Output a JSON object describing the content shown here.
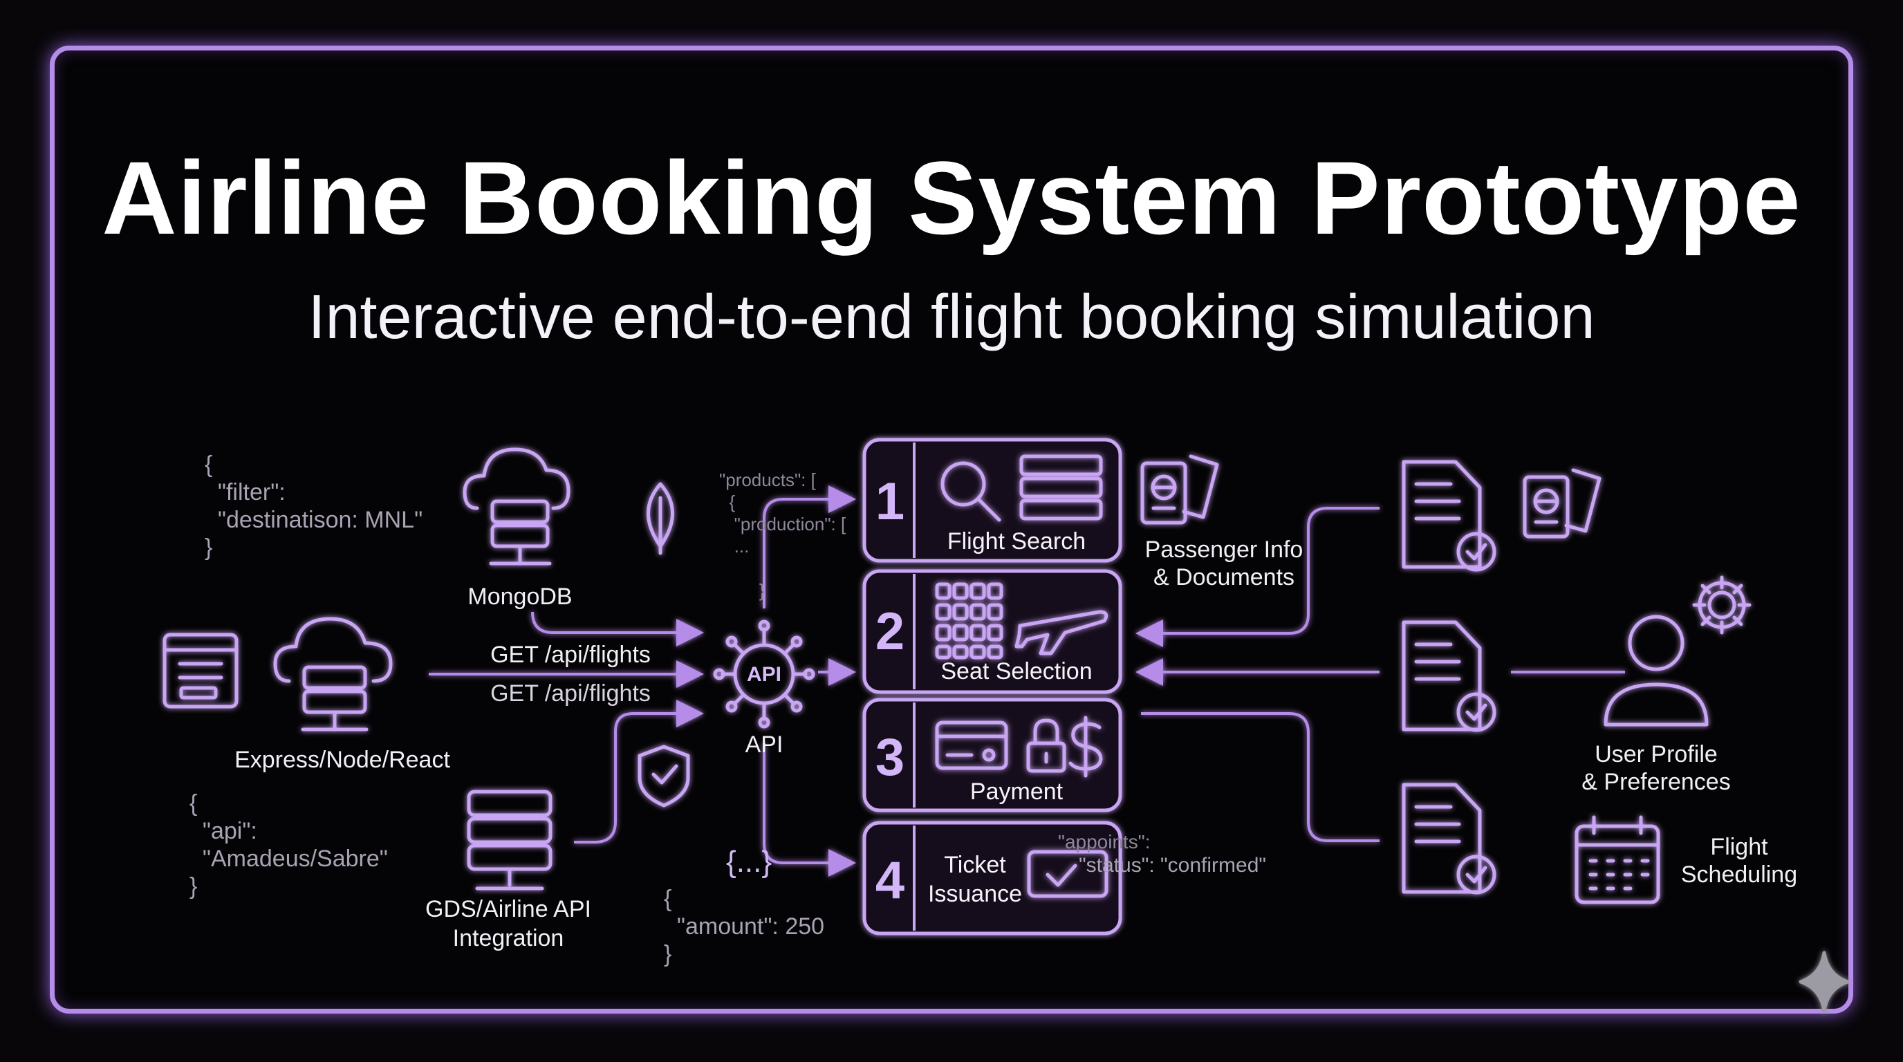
{
  "header": {
    "title": "Airline Booking System Prototype",
    "subtitle": "Interactive end-to-end flight booking simulation"
  },
  "left": {
    "mongodb_label": "MongoDB",
    "express_label": "Express/Node/React",
    "gds_label_line1": "GDS/Airline API",
    "gds_label_line2": "Integration",
    "get_flights_1": "GET /api/flights",
    "get_flights_2": "GET /api/flights",
    "code_filter": "{\n  \"filter\":\n  \"destinatison: MNL\"\n}",
    "code_api": "{\n  \"api\":\n  \"Amadeus/Sabre\"\n}"
  },
  "center": {
    "api_badge": "API",
    "api_label": "API",
    "code_products": "\"products\": [\n  {\n   \"production\": [\n   ...\n\n        }",
    "code_braces": "{...}",
    "code_amount": "{\n  \"amount\": 250\n}",
    "code_confirmed_1": "\"appoints\":",
    "code_confirmed_2": "\"status\": \"confirmed\""
  },
  "steps": [
    {
      "num": "1",
      "label": "Flight Search"
    },
    {
      "num": "2",
      "label": "Seat Selection"
    },
    {
      "num": "3",
      "label": "Payment"
    },
    {
      "num": "4",
      "label_line1": "Ticket",
      "label_line2": "Issuance"
    }
  ],
  "right": {
    "passenger_line1": "Passenger Info",
    "passenger_line2": "& Documents",
    "profile_line1": "User Profile",
    "profile_line2": "& Preferences",
    "scheduling_line1": "Flight",
    "scheduling_line2": "Scheduling"
  },
  "colors": {
    "accent": "#b58ce8",
    "glow": "#8a5fd0",
    "text": "#f0eef5",
    "muted_code": "#a9a3b4"
  }
}
